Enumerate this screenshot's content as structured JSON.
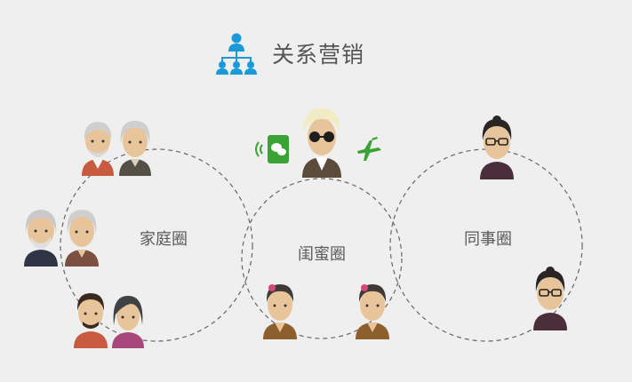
{
  "title": "关系营销",
  "circles": {
    "family": {
      "label": "家庭圈"
    },
    "bestie": {
      "label": "闺蜜圈"
    },
    "colleague": {
      "label": "同事圈"
    }
  },
  "colors": {
    "background": "#efefef",
    "title_icon": "#1a9ad9",
    "circle_stroke": "#666666",
    "accent_green": "#3aa335",
    "skin": "#e8c49a"
  },
  "icons": [
    "org-chart-icon",
    "wechat-signal-icon",
    "airplane-icon"
  ]
}
